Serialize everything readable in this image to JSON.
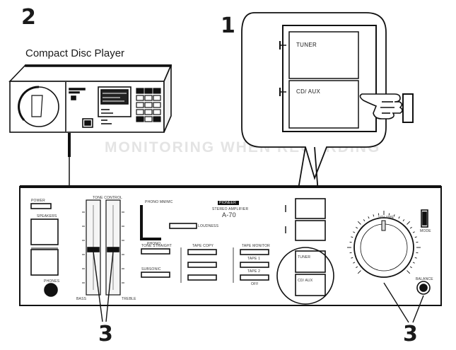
{
  "callouts": {
    "step1": "1",
    "step2": "2",
    "step3_left": "3",
    "step3_right": "3"
  },
  "cd_player": {
    "label": "Compact Disc Player"
  },
  "zoom_panel": {
    "button_upper": "TUNER",
    "button_lower": "CD/ AUX"
  },
  "amplifier": {
    "brand": "PIONEER",
    "model_line": "STEREO AMPLIFIER",
    "model": "A-70",
    "power_label": "POWER",
    "speakers_label": "SPEAKERS",
    "phones_label": "PHONES",
    "tone_label": "TONE CONTROL",
    "bass_label": "BASS",
    "treble_label": "TREBLE",
    "mc_label": "PHONO MM/MC",
    "phono_label": "PHONO",
    "loudness_label": "LOUDNESS",
    "direct_label": "TONE STRAIGHT",
    "subsonic_label": "SUBSONIC",
    "tape_copy_label": "TAPE COPY",
    "tape_monitor_label": "TAPE MONITOR",
    "tape1_label": "TAPE 1",
    "tape2_label": "TAPE 2",
    "off_label": "OFF",
    "tuner_label": "TUNER",
    "cd_label": "CD/ AUX",
    "volume_label": "VOLUME",
    "balance_label": "BALANCE",
    "mode_label": "MODE"
  },
  "background_text": {
    "heading": "MONITORING WHEN RECORDING"
  }
}
